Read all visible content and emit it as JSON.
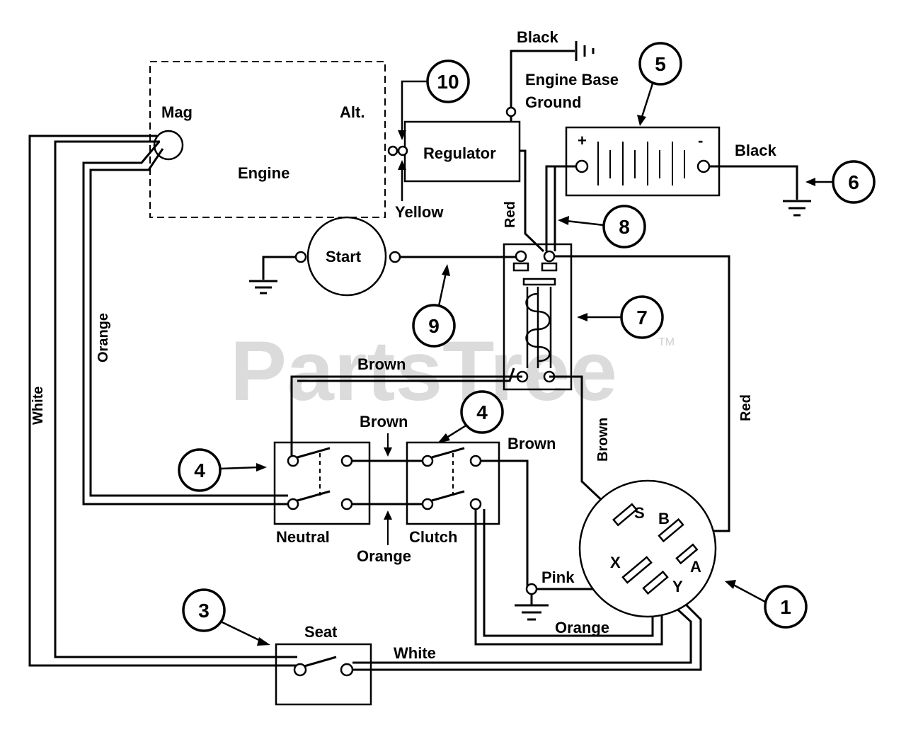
{
  "watermark": {
    "text": "PartsTree",
    "tm": "TM"
  },
  "components": {
    "engine": "Engine",
    "mag": "Mag",
    "alt": "Alt.",
    "regulator": "Regulator",
    "start": "Start",
    "seat": "Seat",
    "neutral": "Neutral",
    "clutch": "Clutch",
    "engine_base_ground_line1": "Engine Base",
    "engine_base_ground_line2": "Ground",
    "battery_plus": "+",
    "battery_minus": "-"
  },
  "wires": {
    "black_top": "Black",
    "black_right": "Black",
    "yellow": "Yellow",
    "red_vertical": "Red",
    "red_right": "Red",
    "orange_left": "Orange",
    "white_left": "White",
    "brown_top": "Brown",
    "brown_mid": "Brown",
    "brown_right": "Brown",
    "brown_vertical": "Brown",
    "orange_mid": "Orange",
    "orange_bottom": "Orange",
    "pink": "Pink",
    "white_bottom": "White"
  },
  "ignition_terminals": {
    "s": "S",
    "b": "B",
    "x": "X",
    "a": "A",
    "y": "Y"
  },
  "callouts": [
    "1",
    "3",
    "4",
    "4",
    "5",
    "6",
    "7",
    "8",
    "9",
    "10"
  ]
}
